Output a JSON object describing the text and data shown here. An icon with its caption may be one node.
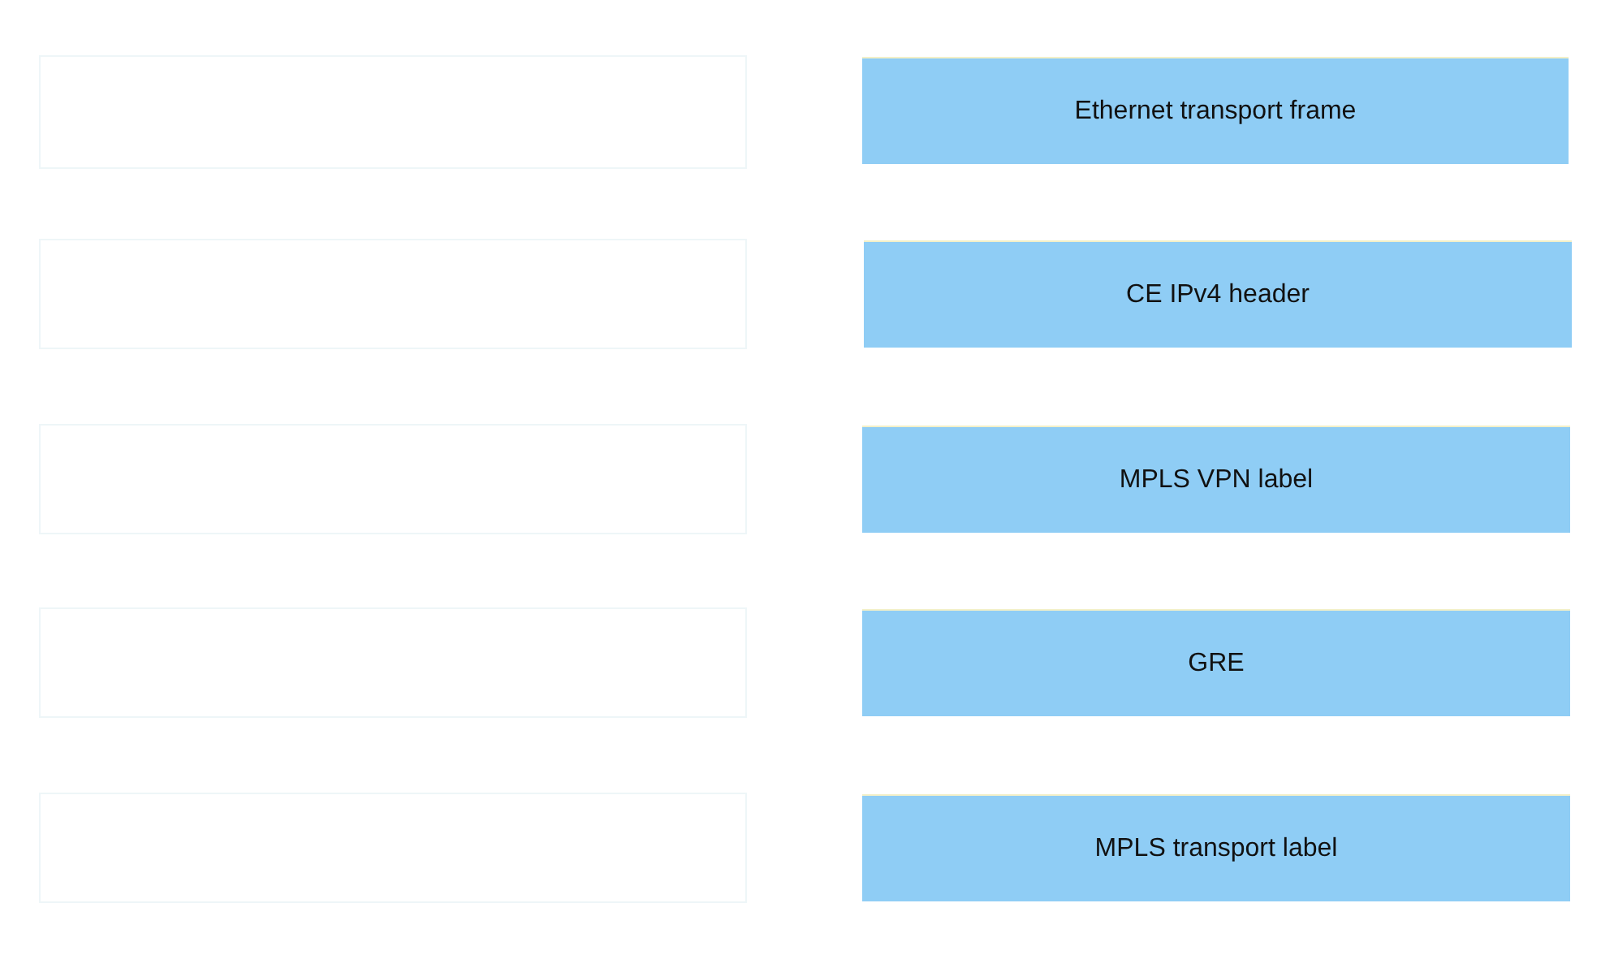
{
  "diagram": {
    "nodes": [
      {
        "text": [],
        "shape": "box"
      },
      {
        "text": [],
        "shape": "box"
      },
      {
        "text": [],
        "shape": "box"
      },
      {
        "text": [],
        "shape": "box"
      },
      {
        "text": [],
        "shape": "box"
      },
      {
        "text": [
          "Ethernet transport frame"
        ]
      },
      {
        "text": [
          "CE IPv4 header"
        ]
      },
      {
        "text": [
          "MPLS VPN label"
        ]
      },
      {
        "text": [
          "GRE"
        ]
      },
      {
        "text": [
          "MPLS transport label"
        ]
      }
    ]
  }
}
